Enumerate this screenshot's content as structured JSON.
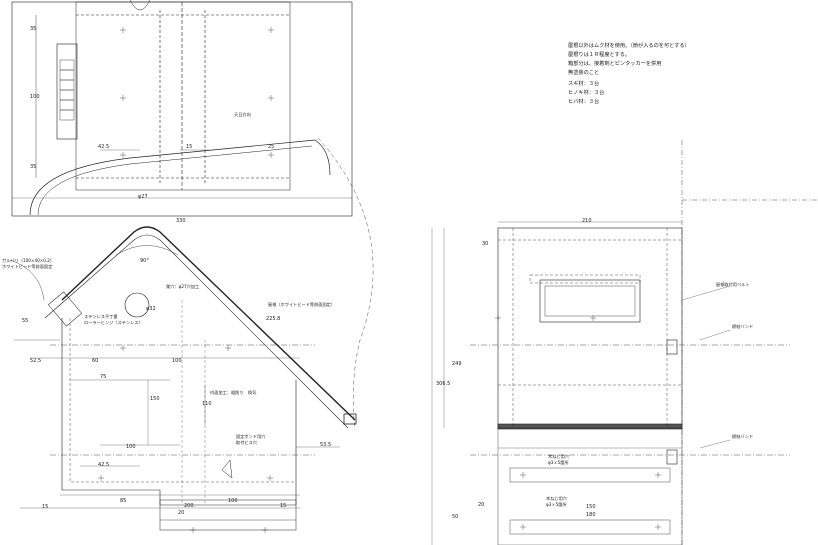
{
  "notes": {
    "line1": "屋根以外はムク材を使用。（節が入るのを可とする）",
    "line2": "屋根りは１Ｒ程度とする。",
    "line3": "箱部分は、接着剤とピンタッカーを併用",
    "line4": "無塗装のこと",
    "line5": "スギ材：３台",
    "line6": "ヒノキ材：３台",
    "line7": "ヒバ材：３台"
  },
  "top_view": {
    "dim_width": "330",
    "dim_100": "100",
    "dim_35a": "35",
    "dim_35b": "35",
    "dim_42_5": "42.5",
    "dim_15": "15",
    "dim_25": "25",
    "dim_phi27": "φ27",
    "label_center": "天日方向"
  },
  "front_view": {
    "dim_52_5": "52.5",
    "dim_60": "60",
    "dim_100a": "100",
    "dim_75": "75",
    "dim_150": "150",
    "dim_110": "110",
    "dim_100b": "100",
    "dim_42_5": "42.5",
    "dim_53_5": "53.5",
    "dim_15a": "15",
    "dim_85": "85",
    "dim_200": "200",
    "dim_100c": "100",
    "dim_15b": "15",
    "dim_20": "20",
    "dim_55": "55",
    "dim_225": "225.8",
    "dim_phi32": "φ32",
    "dim_90deg": "90°",
    "label_galv": "ガルバリ（100×40×0.2）",
    "label_galv2": "ホワイトビード等前面固定",
    "label_stainless": "ステンレス平丁番",
    "label_stainless2": "ローラーヒンジ（ステンレス）",
    "label_hole": "巣穴：φ27穴加工",
    "label_roof": "屋根（ホワイトビード等前面固定）",
    "label_inner": "内面加工：粗削り",
    "label_vent": "換気",
    "label_hook": "固定ボンド用穴",
    "label_hook2": "取付ビス穴"
  },
  "side_view": {
    "dim_210": "210",
    "dim_30": "30",
    "dim_249": "249",
    "dim_306_5": "306.5",
    "dim_50": "50",
    "dim_150": "150",
    "dim_180": "180",
    "dim_20": "20",
    "label_band1": "屋根取付用ベルト",
    "label_band2": "締結バンド",
    "label_band3": "締結バンド",
    "label_lower1": "木ねじ用穴",
    "label_lower1b": "φ3ｘ5箇所",
    "label_lower2": "木ねじ用穴",
    "label_lower2b": "φ3ｘ5箇所"
  }
}
